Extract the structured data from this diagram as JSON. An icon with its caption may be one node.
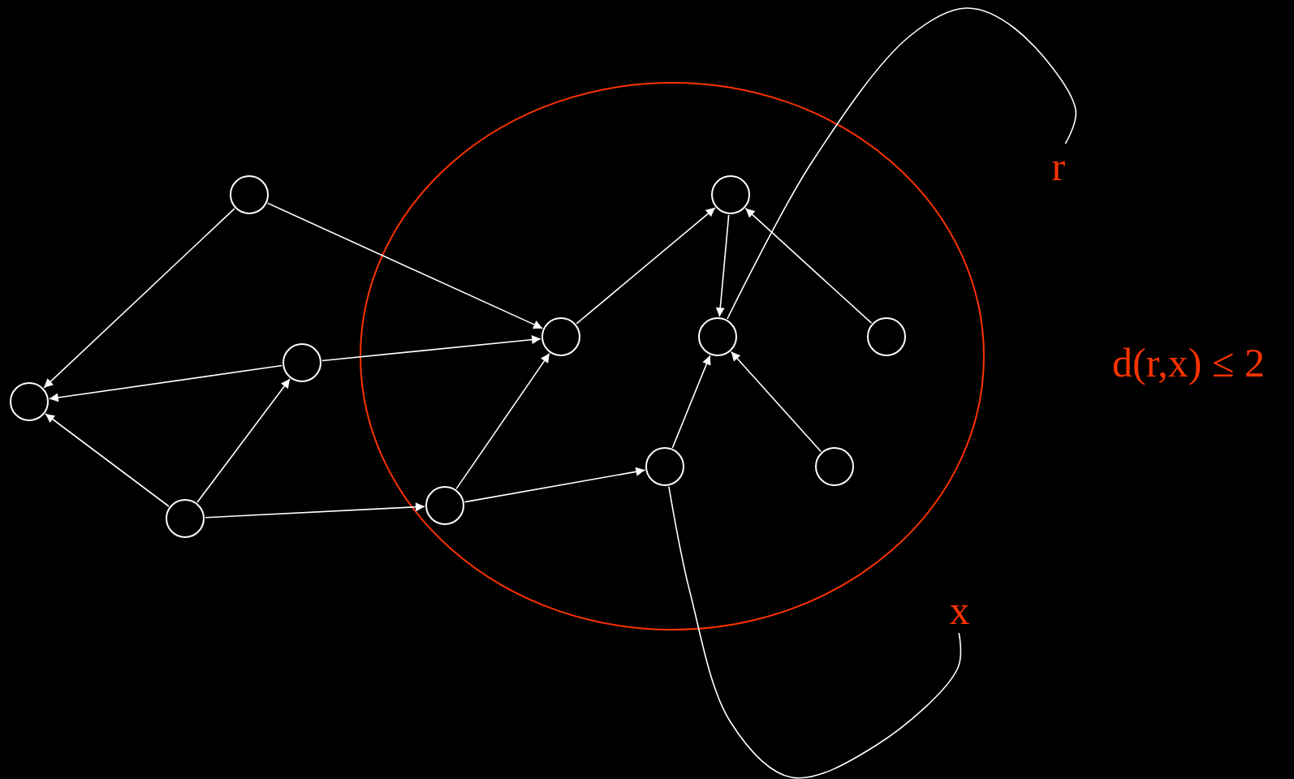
{
  "diagram": {
    "nodes": [
      {
        "text": [],
        "shape": "circle"
      },
      {
        "text": [],
        "shape": "circle"
      },
      {
        "text": [],
        "shape": "circle"
      },
      {
        "text": [],
        "shape": "circle"
      },
      {
        "text": [],
        "shape": "circle"
      },
      {
        "text": [],
        "shape": "circle"
      },
      {
        "text": [],
        "shape": "circle"
      },
      {
        "text": [],
        "shape": "circle"
      },
      {
        "text": [],
        "shape": "circle"
      },
      {
        "text": [],
        "shape": "circle"
      },
      {
        "text": [],
        "shape": "circle"
      },
      {
        "text": [
          "r"
        ]
      },
      {
        "text": [
          "x"
        ]
      }
    ],
    "edges": [
      {
        "from": 0,
        "to": 1,
        "arrow": "to"
      },
      {
        "from": 0,
        "to": 4,
        "arrow": "to"
      },
      {
        "from": 2,
        "to": 1,
        "arrow": "to"
      },
      {
        "from": 2,
        "to": 4,
        "arrow": "to"
      },
      {
        "from": 3,
        "to": 1,
        "arrow": "to"
      },
      {
        "from": 3,
        "to": 2,
        "arrow": "to"
      },
      {
        "from": 3,
        "to": 5,
        "arrow": "to"
      },
      {
        "from": 5,
        "to": 4,
        "arrow": "to"
      },
      {
        "from": 5,
        "to": 9,
        "arrow": "to"
      },
      {
        "from": 4,
        "to": 6,
        "arrow": "to"
      },
      {
        "from": 6,
        "to": 7,
        "arrow": "to"
      },
      {
        "from": 8,
        "to": 6,
        "arrow": "to"
      },
      {
        "from": 9,
        "to": 7,
        "arrow": "to"
      },
      {
        "from": 10,
        "to": 7,
        "arrow": "to"
      },
      {
        "from": 11,
        "to": 7,
        "arrow": "none"
      },
      {
        "from": 12,
        "to": 9,
        "arrow": "none"
      }
    ],
    "labels": [
      "d(r,x) ≤ 2"
    ]
  }
}
